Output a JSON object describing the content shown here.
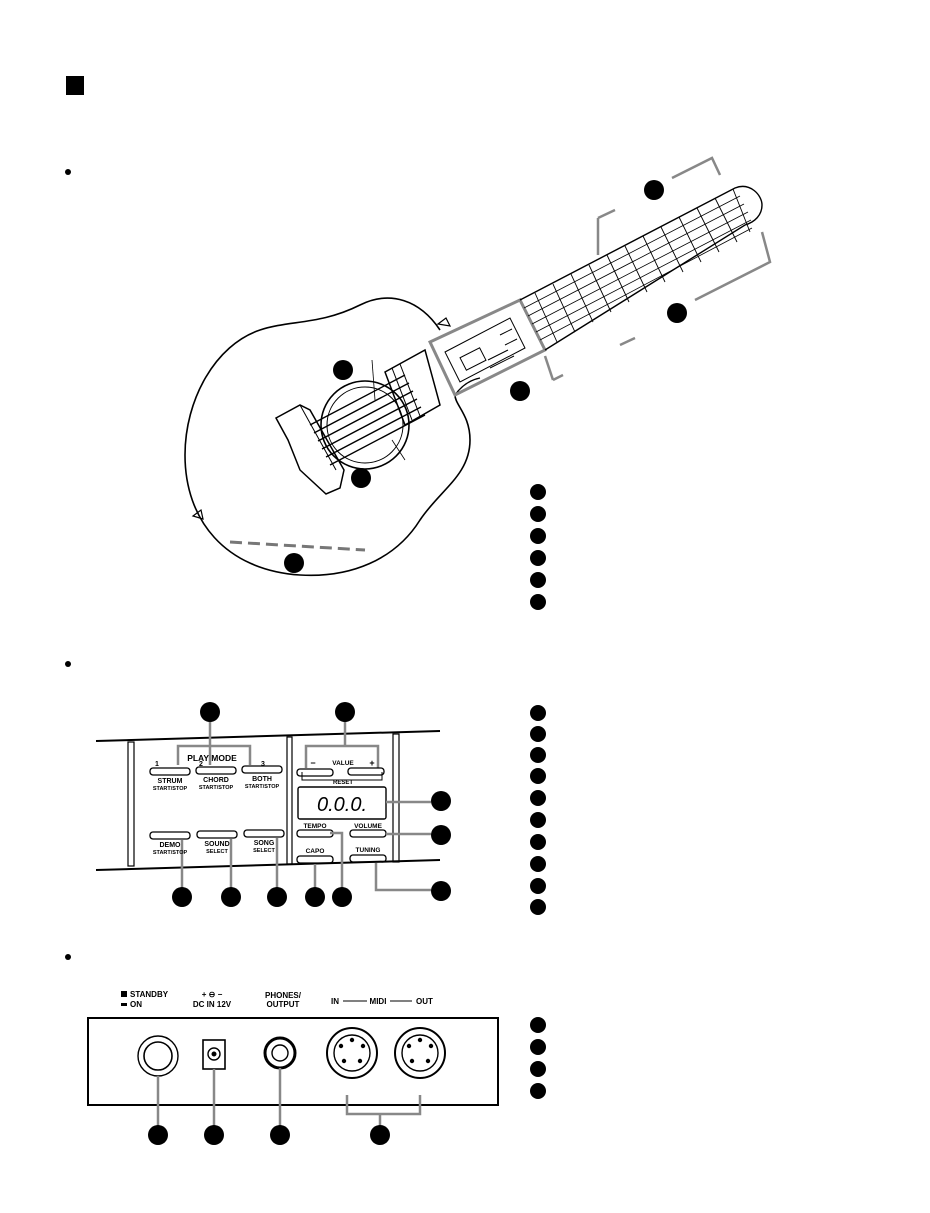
{
  "page": {
    "section_marker": "square-black",
    "bullet": "•"
  },
  "control_panel": {
    "play_mode_title": "PLAY MODE",
    "strum": {
      "num": "1",
      "name": "STRUM",
      "sub": "START/STOP"
    },
    "chord": {
      "num": "2",
      "name": "CHORD",
      "sub": "START/STOP"
    },
    "both": {
      "num": "3",
      "name": "BOTH",
      "sub": "START/STOP"
    },
    "demo": {
      "name": "DEMO",
      "sub": "START/STOP"
    },
    "sound": {
      "name": "SOUND",
      "sub": "SELECT"
    },
    "song": {
      "name": "SONG",
      "sub": "SELECT"
    },
    "value_minus": "−",
    "value_label": "VALUE",
    "value_plus": "+",
    "reset_label": "RESET",
    "display_value": "0.0.0.",
    "tempo": "TEMPO",
    "volume": "VOLUME",
    "capo": "CAPO",
    "tuning": "TUNING"
  },
  "rear_panel": {
    "standby_label": "STANDBY",
    "on_label": "ON",
    "dc_polarity": "+ ⊖ −",
    "dc_label": "DC  IN  12V",
    "phones_label": "PHONES/",
    "output_label": "OUTPUT",
    "midi_in": "IN",
    "midi_label": "MIDI",
    "midi_out": "OUT"
  }
}
